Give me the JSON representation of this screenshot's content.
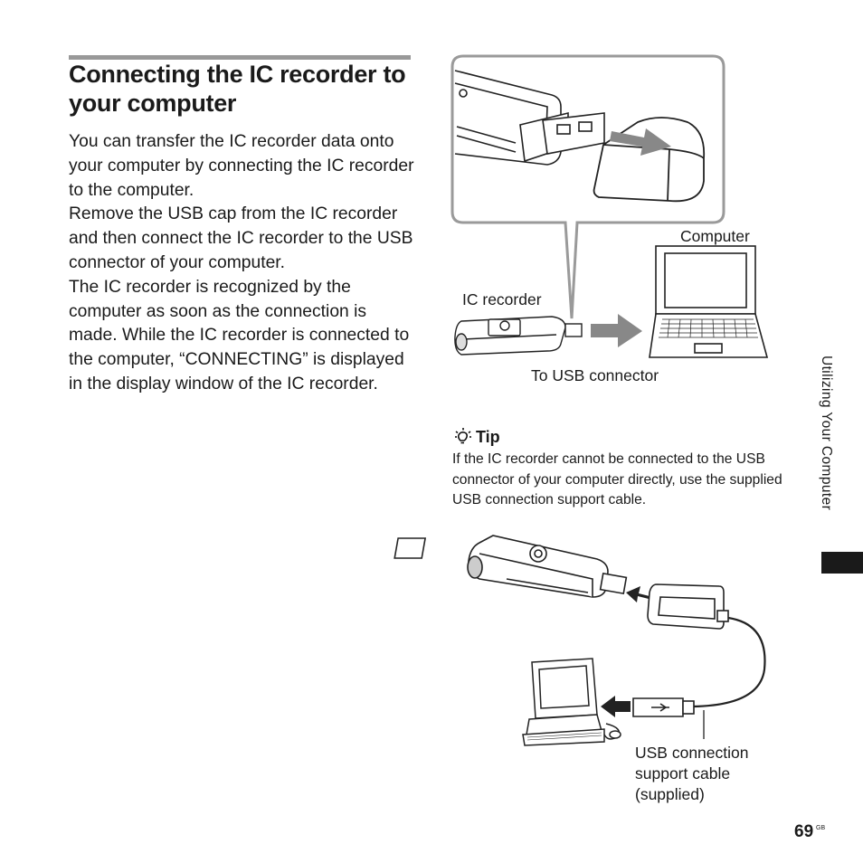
{
  "section": {
    "title": "Connecting the IC recorder to your computer",
    "paragraphs": [
      "You can transfer the IC recorder data onto your computer by connecting the IC recorder to the computer.",
      "Remove the USB cap from the IC recorder and then connect the IC recorder to the USB connector of your computer.",
      "The IC recorder is recognized by the computer as soon as the connection is made. While the IC recorder is connected to the computer, “CONNECTING” is displayed in the display window of the IC recorder."
    ]
  },
  "figure1": {
    "label_computer": "Computer",
    "label_ic_recorder": "IC recorder",
    "label_usb_connector": "To USB connector"
  },
  "tip": {
    "heading": "Tip",
    "text": "If the IC recorder cannot be connected to the USB connector of your computer directly, use the supplied USB connection support cable."
  },
  "figure2": {
    "label_cable_line1": "USB connection",
    "label_cable_line2": "support cable",
    "label_cable_line3": "(supplied)"
  },
  "side_tab": {
    "label": "Utilizing Your Computer"
  },
  "footer": {
    "page_number": "69",
    "page_suffix": "GB"
  },
  "icons": [
    "lightbulb-tip-icon",
    "arrow-right-icon",
    "arrow-left-icon"
  ]
}
